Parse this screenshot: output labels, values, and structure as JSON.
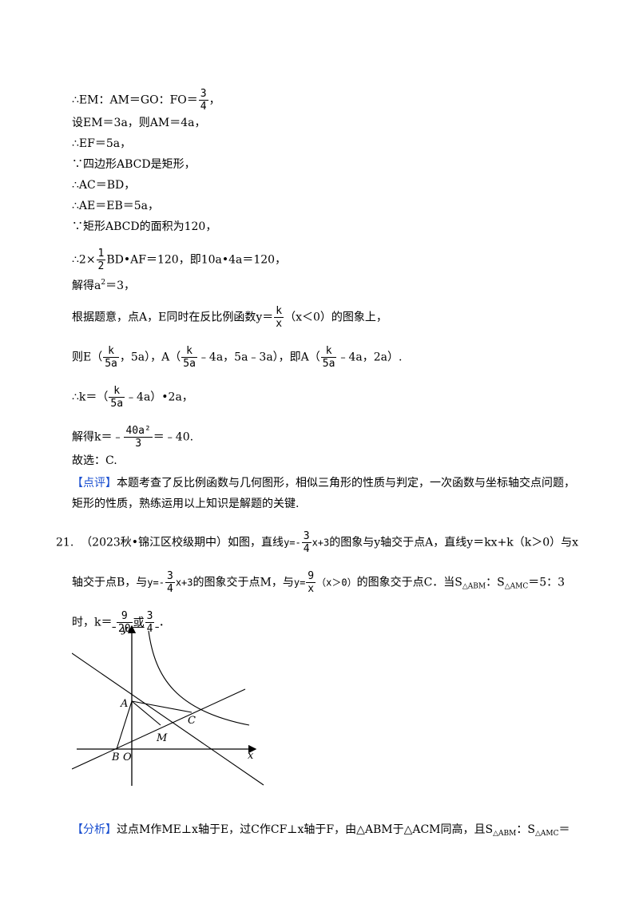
{
  "solution": {
    "l1_a": "∴EM：AM＝GO：FO＝",
    "l1_num": "3",
    "l1_den": "4",
    "l1_end": "，",
    "l2": "设EM＝3a，则AM＝4a，",
    "l3": "∴EF＝5a，",
    "l4": "∵四边形ABCD是矩形，",
    "l5": "∴AC＝BD，",
    "l6": "∴AE＝EB＝5a，",
    "l7": "∵矩形ABCD的面积为120，",
    "l8_a": "∴2×",
    "l8_num": "1",
    "l8_den": "2",
    "l8_b": "BD•AF＝120，即10a•4a＝120，",
    "l9_a": "解得a",
    "l9_sup": "2",
    "l9_b": "＝3，",
    "l10_a": "根据题意，点A，E同时在反比例函数y＝",
    "l10_num": "k",
    "l10_den": "x",
    "l10_b": "（x＜0）的图象上，",
    "l11_a": "则E（",
    "l11_f1_num": "k",
    "l11_f1_den": "5a",
    "l11_b": "，5a），A（",
    "l11_f2_num": "k",
    "l11_f2_den": "5a",
    "l11_c": "﹣4a，5a﹣3a），即A（",
    "l11_f3_num": "k",
    "l11_f3_den": "5a",
    "l11_d": "﹣4a，2a）.",
    "l12_a": "∴k＝（",
    "l12_num": "k",
    "l12_den": "5a",
    "l12_b": "﹣4a）•2a，",
    "l13_a": "解得k＝﹣",
    "l13_num": "40a²",
    "l13_den": "3",
    "l13_b": "＝﹣40.",
    "l14": "故选：C.",
    "comment_tag": "【点评】",
    "comment_1": "本题考查了反比例函数与几何图形，相似三角形的性质与判定，一次函数与坐标轴交点问题，",
    "comment_2": "矩形的性质，熟练运用以上知识是解题的关键."
  },
  "q21": {
    "number": "21.",
    "source": "（2023秋•锦江区校级期中）如图，直线",
    "eq1": "y=-3/4x+3",
    "eq1_pre": "y=-",
    "eq1_num": "3",
    "eq1_den": "4",
    "eq1_post": "x+3",
    "t1": "的图象与y轴交于点A，直线y＝kx+k（k＞0）与x",
    "t2_a": "轴交于点B，与",
    "t2_b": "的图象交于点M，与",
    "eq2_pre": "y=",
    "eq2_num": "9",
    "eq2_den": "x",
    "eq2_post": "（x＞0）",
    "t2_c": "的图象交于点C．当S",
    "t2_sub1": "△ABM",
    "t2_d": "：S",
    "t2_sub2": "△AMC",
    "t2_e": "＝5：3",
    "t3_a": "时，k＝",
    "ans1_num": "9",
    "ans1_den": "20",
    "or": "或",
    "ans2_num": "3",
    "ans2_den": "4",
    "t3_b": "．"
  },
  "graph_labels": {
    "y": "y",
    "x": "x",
    "A": "A",
    "B": "B",
    "O": "O",
    "M": "M",
    "C": "C"
  },
  "analysis": {
    "tag": "【分析】",
    "text_a": "过点M作ME⊥x轴于E，过C作CF⊥x轴于F，由△ABM于△ACM同高，且S",
    "sub1": "△ABM",
    "text_b": "：S",
    "sub2": "△AMC",
    "text_c": "＝"
  }
}
